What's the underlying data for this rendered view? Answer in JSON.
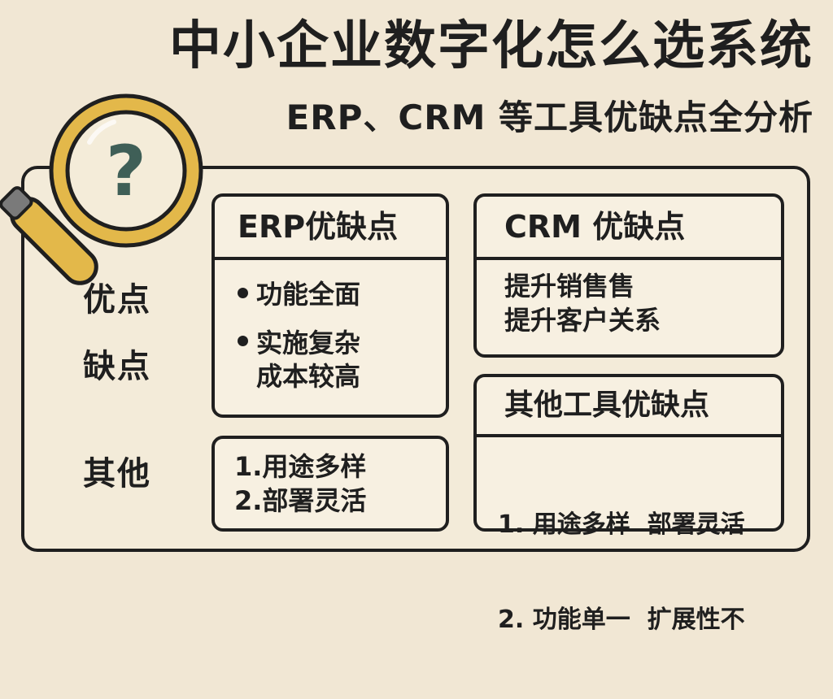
{
  "title": "中小企业数字化怎么选系统",
  "subtitle": "ERP、CRM 等工具优缺点全分析",
  "magnifier_symbol": "?",
  "row_labels": {
    "pros": "优点",
    "cons": "缺点",
    "other": "其他"
  },
  "erp": {
    "title": "ERP优缺点",
    "pros": [
      "功能全面"
    ],
    "cons": [
      "实施复杂",
      "成本较高"
    ],
    "other": [
      "1.用途多样",
      "2.部署灵活"
    ]
  },
  "crm": {
    "title": "CRM 优缺点",
    "pros": [
      "提升销售售",
      "提升客户关系"
    ]
  },
  "other_tools": {
    "title": "其他工具优缺点",
    "items": [
      "1. 用途多样  部署灵活",
      "2. 功能单一  扩展性不"
    ]
  },
  "colors": {
    "background": "#f1e7d4",
    "outline": "#1f1f1f",
    "magnifier_rim": "#e3b84a",
    "question_mark": "#3f5f57"
  }
}
